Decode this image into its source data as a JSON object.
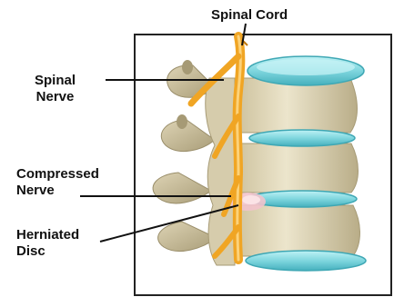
{
  "labels": {
    "spinal_cord": "Spinal Cord",
    "spinal_nerve": "Spinal\nNerve",
    "compressed_nerve": "Compressed\nNerve",
    "herniated_disc": "Herniated\nDisc"
  },
  "colors": {
    "bone": "#e4dcc2",
    "bone_shadow": "#b7ab86",
    "disc": "#8fe0e6",
    "disc_dark": "#4fb9c5",
    "nerve": "#f0a524",
    "nerve_dark": "#c27a0e",
    "hernia": "#f4c9cf",
    "frame": "#222222"
  }
}
